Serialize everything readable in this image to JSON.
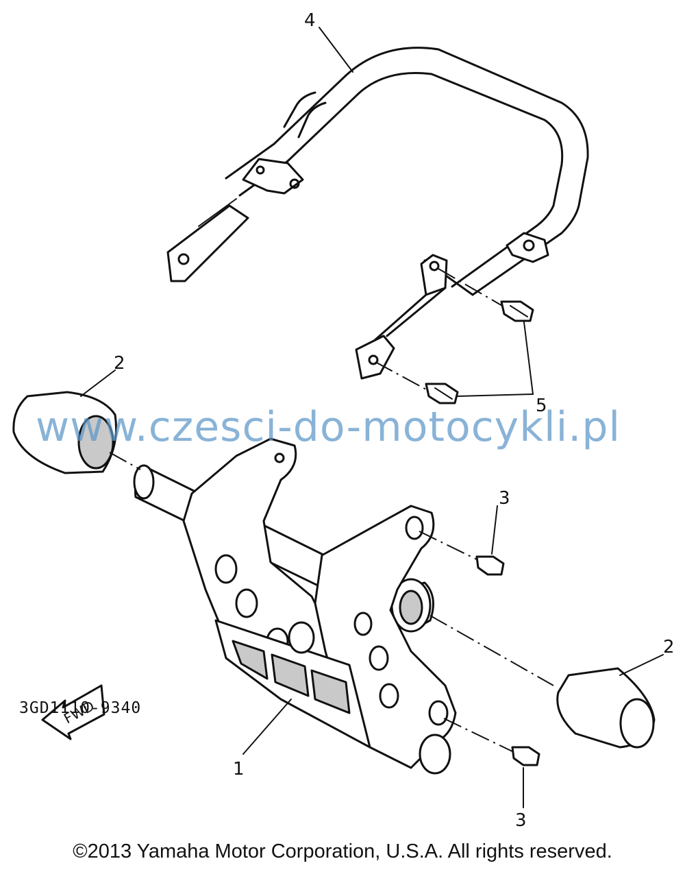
{
  "diagram": {
    "callouts": {
      "part1": "1",
      "part2_left": "2",
      "part2_right": "2",
      "part3_top": "3",
      "part3_bottom": "3",
      "part4": "4",
      "part5": "5"
    },
    "fwd_label": "FWD",
    "drawing_code": "3GD1110-9340"
  },
  "watermark": "www.czesci-do-motocykli.pl",
  "copyright": "©2013 Yamaha Motor Corporation, U.S.A. All rights reserved.",
  "colors": {
    "ink": "#111111",
    "watermark": "#5c96c8",
    "background": "#ffffff"
  }
}
